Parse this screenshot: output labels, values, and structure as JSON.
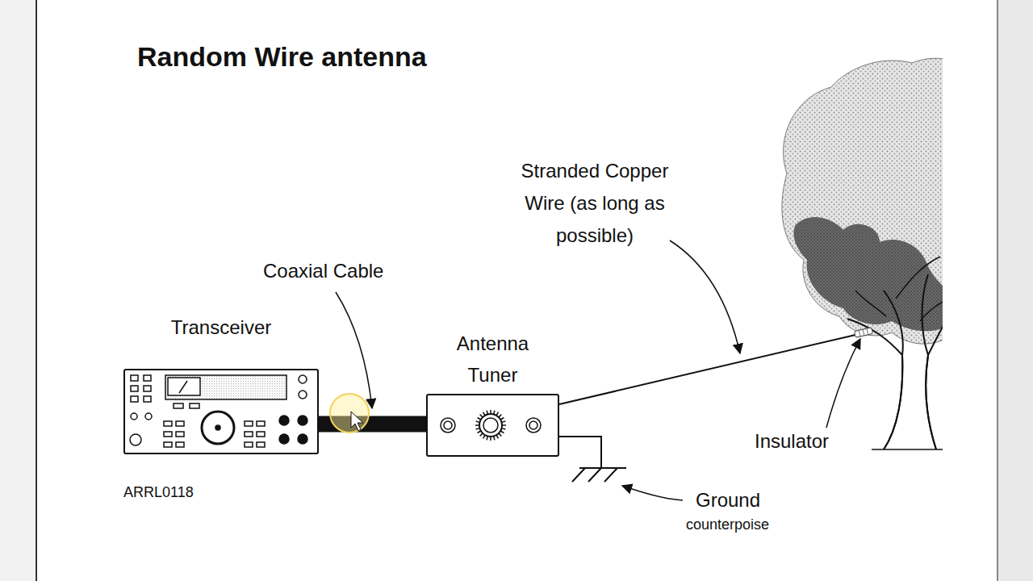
{
  "diagram": {
    "title": "Random Wire antenna",
    "nodes": [
      {
        "text": [
          "Transceiver"
        ]
      },
      {
        "text": [
          "Antenna Tuner"
        ]
      }
    ],
    "edges": [
      {
        "from": 0,
        "to": 1,
        "arrow": "none",
        "label": "Coaxial Cable"
      }
    ],
    "labels": [
      "Stranded Copper Wire (as long as possible)",
      "Insulator",
      "Ground",
      "counterpoise",
      "ARRL0118"
    ]
  }
}
